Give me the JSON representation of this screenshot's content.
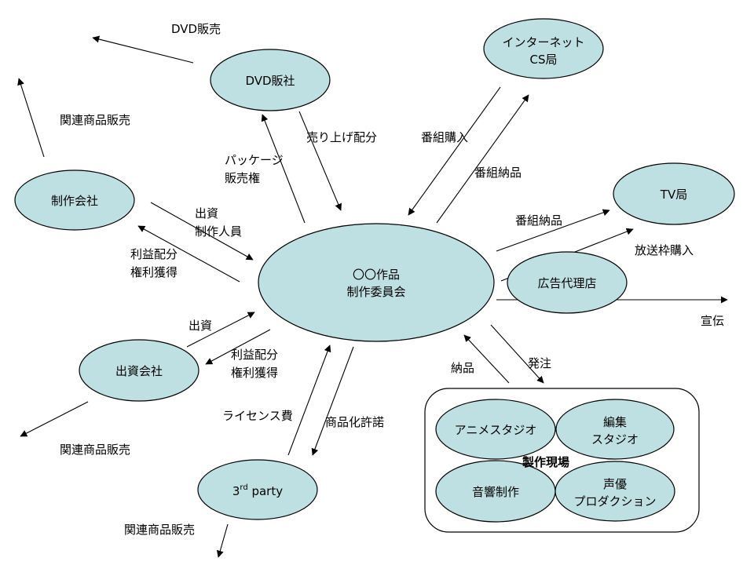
{
  "nodes": {
    "committee": [
      "〇〇作品",
      "制作委員会"
    ],
    "dvd_company": [
      "DVD販社"
    ],
    "internet_cs": [
      "インターネット",
      "CS局"
    ],
    "tv_station": [
      "TV局"
    ],
    "ad_agency": [
      "広告代理店"
    ],
    "production_company": [
      "制作会社"
    ],
    "investor_company": [
      "出資会社"
    ],
    "third_party_main": "3",
    "third_party_sup": "rd",
    "third_party_tail": " party",
    "anime_studio": [
      "アニメスタジオ"
    ],
    "editing_studio": [
      "編集",
      "スタジオ"
    ],
    "sound_production": [
      "音響制作"
    ],
    "voice_agency": [
      "声優",
      "プロダクション"
    ]
  },
  "group": {
    "label": "製作現場"
  },
  "edge_labels": {
    "dvd_sales": "DVD販売",
    "sales_share": "売り上げ配分",
    "package_rights": [
      "パッケージ",
      "販売権"
    ],
    "program_purchase": "番組購入",
    "program_delivery_cs": "番組納品",
    "program_delivery_tv": "番組納品",
    "slot_purchase": "放送枠購入",
    "promotion": "宣伝",
    "order": "発注",
    "delivery": "納品",
    "goods_sales_top": "関連商品販売",
    "investment_staff": [
      "出資",
      "制作人員"
    ],
    "profit_rights_left": [
      "利益配分",
      "権利獲得"
    ],
    "investment": "出資",
    "profit_rights_investor": [
      "利益配分",
      "権利獲得"
    ],
    "license_fee": "ライセンス費",
    "merch_license": "商品化許諾",
    "goods_sales_left": "関連商品販売",
    "goods_sales_bottom": "関連商品販売"
  }
}
